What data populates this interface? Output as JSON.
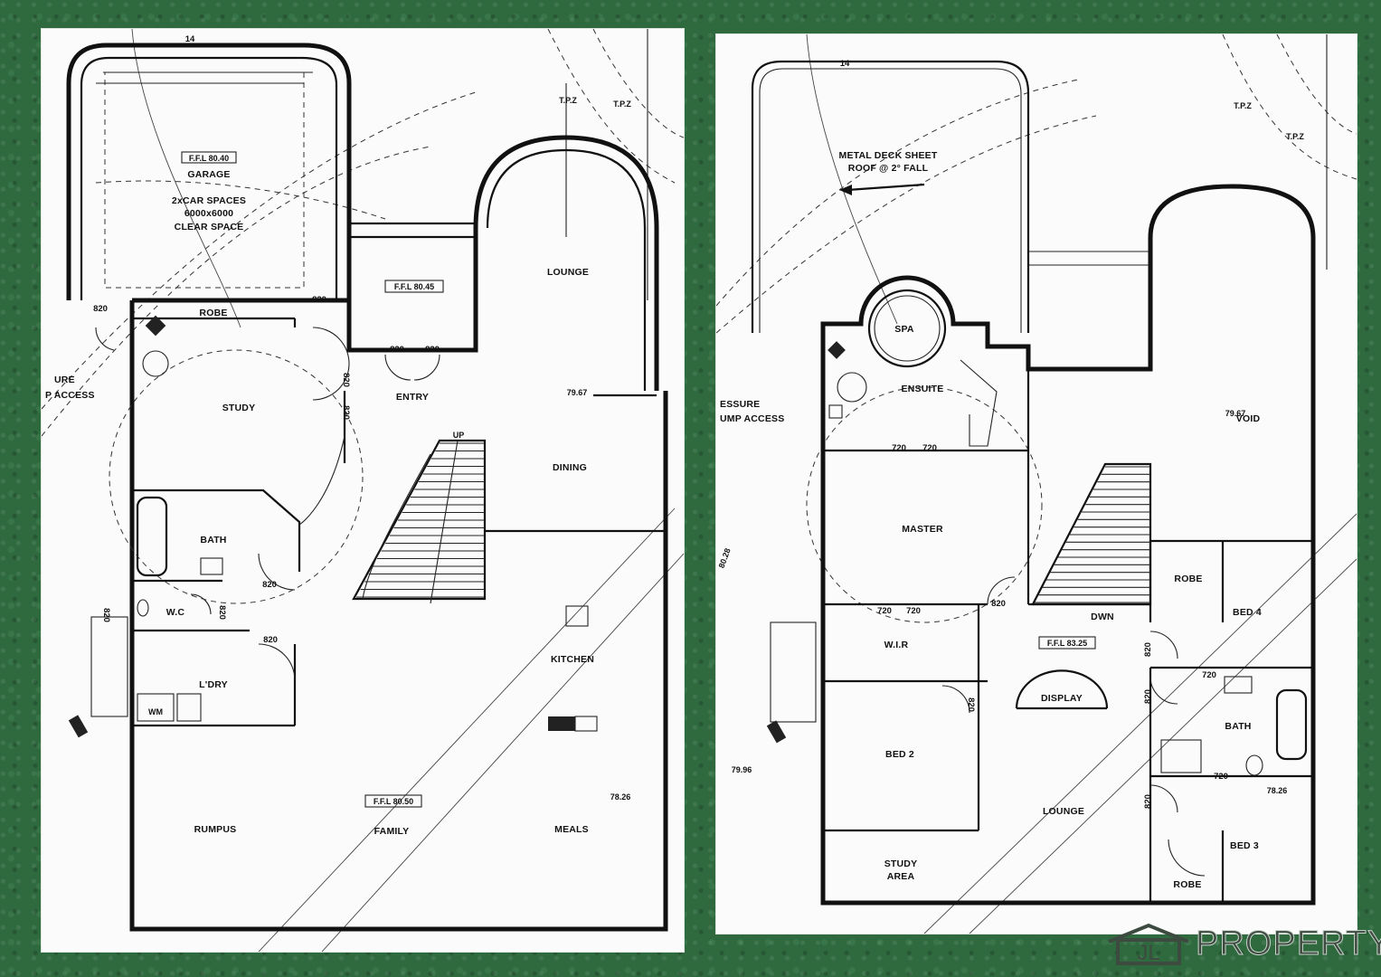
{
  "ground_floor": {
    "rooms": {
      "garage": "GARAGE",
      "garage_ffl": "F.F.L 80.40",
      "garage_note_1": "2xCAR SPACES",
      "garage_note_2": "6000x6000",
      "garage_note_3": "CLEAR SPACE",
      "robe": "ROBE",
      "study": "STUDY",
      "entry": "ENTRY",
      "porch_ffl": "F.F.L 80.45",
      "lounge": "LOUNGE",
      "dining": "DINING",
      "bath": "BATH",
      "wc": "W.C",
      "laundry": "L'DRY",
      "wm": "WM",
      "kitchen": "KITCHEN",
      "rumpus": "RUMPUS",
      "family": "FAMILY",
      "meals": "MEALS",
      "family_ffl": "F.F.L 80.50"
    },
    "labels": {
      "tpz_1": "T.P.Z",
      "tpz_2": "T.P.Z",
      "access_1": "URE",
      "access_2": "P ACCESS",
      "level_1": "79.67",
      "level_2": "78.26",
      "up": "UP",
      "d_820_a": "820",
      "d_820_b": "820",
      "d_820_c": "820",
      "d_820_d": "820",
      "d_820_e": "820",
      "d_820_f": "820",
      "d_820_g": "820",
      "d_820_h": "820",
      "d_820_i": "820",
      "d_820_j": "820"
    }
  },
  "first_floor": {
    "rooms": {
      "roof_note_1": "METAL DECK SHEET",
      "roof_note_2": "ROOF @ 2° FALL",
      "spa": "SPA",
      "ensuite": "ENSUITE",
      "void": "VOID",
      "master": "MASTER",
      "wir": "W.I.R",
      "dwn": "DWN",
      "first_ffl": "F.F.L 83.25",
      "display": "DISPLAY",
      "robe_1": "ROBE",
      "bed_4": "BED 4",
      "bath": "BATH",
      "bed_2": "BED 2",
      "lounge": "LOUNGE",
      "bed_3": "BED 3",
      "robe_2": "ROBE",
      "study_area_1": "STUDY",
      "study_area_2": "AREA"
    },
    "labels": {
      "tpz_1": "T.P.Z",
      "tpz_2": "T.P.Z",
      "access_1": "ESSURE",
      "access_2": "UMP ACCESS",
      "level_1": "79.67",
      "level_2": "78.26",
      "level_3": "80.28",
      "level_4": "79.96",
      "d_720_a": "720",
      "d_720_b": "720",
      "d_720_c": "720",
      "d_720_d": "720",
      "d_720_e": "720",
      "d_720_f": "720",
      "d_820_a": "820",
      "d_820_b": "820",
      "d_820_c": "820",
      "d_820_d": "820",
      "d_820_e": "820"
    }
  },
  "logo": {
    "letters": "JL",
    "brand": "PROPERTY",
    "color": "#3c4a40"
  }
}
